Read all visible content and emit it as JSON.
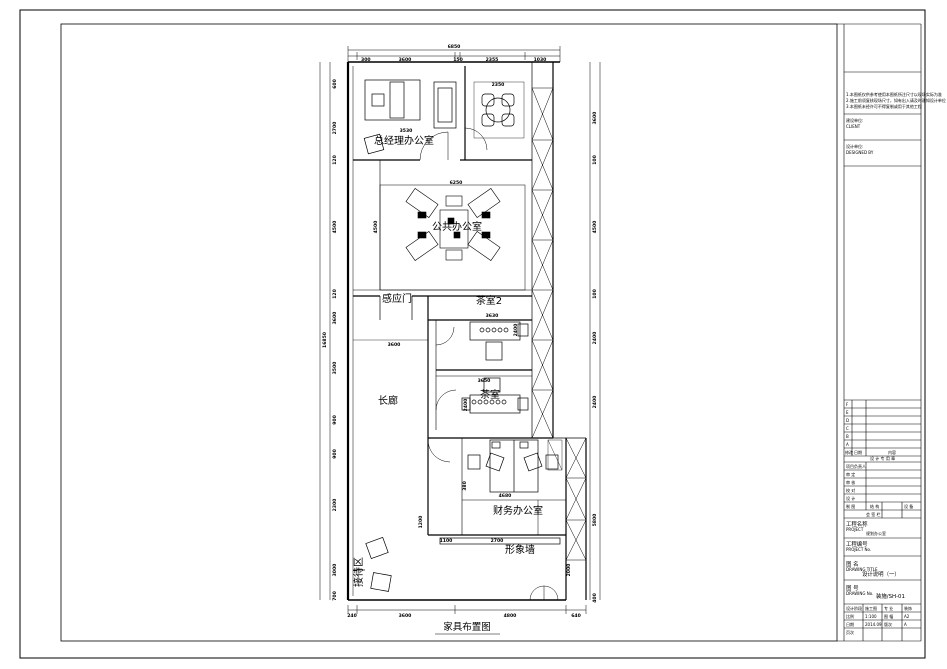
{
  "drawing": {
    "sheet_title": "家具布置图",
    "rooms": {
      "gm_office": "总经理办公室",
      "general_office": "公共办公室",
      "tea_room2": "茶室2",
      "tea_room": "茶室",
      "sensor_door": "感应门",
      "corridor": "长廊",
      "finance_office": "财务办公室",
      "image_wall": "形象墙",
      "reception": "接待区"
    },
    "dims": {
      "top_total": "6850",
      "top_segments": [
        "300",
        "3600",
        "150",
        "2355",
        "1030"
      ],
      "gm_width": "3530",
      "meeting_width": "2350",
      "office_width": "6250",
      "left_total": "16850",
      "left_segments": [
        "600",
        "2700",
        "120",
        "4500",
        "120",
        "3600",
        "3500",
        "900",
        "900",
        "2300",
        "3000",
        "700"
      ],
      "right_segments": [
        "3600",
        "100",
        "4500",
        "100",
        "2400",
        "2400",
        "5800",
        "2000",
        "400"
      ],
      "tea_width": "3650",
      "tea2_width": "3630",
      "tea_depth": "2400",
      "tea_depth2": "2400",
      "corridor_width": "3600",
      "finance_width": "4680",
      "finance_inner": "380",
      "wall_left": "1100",
      "wall_width": "2700",
      "wall_height": "1200",
      "bottom_segments": [
        "240",
        "3600",
        "4800",
        "640"
      ]
    }
  },
  "title_block": {
    "notes": [
      "1.本图纸仅供参考使用本图纸所注尺寸以现场实际为准",
      "2.施工前须复核现场尺寸，如有出入请及时通知设计单位",
      "3.本图纸未经许可不得复制或用于其他工程"
    ],
    "owner_label": "建设单位:",
    "owner_en": "CLIENT",
    "designer_label": "设计单位:",
    "designer_en": "DESIGNED BY",
    "revision_rows": [
      "F",
      "E",
      "D",
      "C",
      "B",
      "A"
    ],
    "rev_header": [
      "修改",
      "日期",
      "内容"
    ],
    "design_seal": "设 计 专 用 章",
    "staff_roles": [
      "项目负责人",
      "审 定",
      "审 核",
      "校 对",
      "设 计",
      "制 图"
    ],
    "seal_header": [
      "建 筑",
      "结 构",
      "设 备"
    ],
    "signoff": "会 签 栏",
    "project_name_label": "工程名称",
    "project_name_en": "PROJECT",
    "project_name": "规划办公室",
    "project_no_label": "工程编号",
    "project_no_en": "PROJECT No.",
    "drawing_name_label": "图 名",
    "drawing_name_en": "DRAWING TITLE",
    "drawing_name": "设计说明（一）",
    "drawing_no_label": "图 号",
    "drawing_no_en": "DRAWING No.",
    "drawing_no": "装施/SH-01",
    "bottom_rows": [
      [
        "设计阶段",
        "施工图",
        "专 业",
        "装饰"
      ],
      [
        "比例",
        "1:100",
        "图 幅",
        "A2"
      ],
      [
        "日期",
        "2014.09",
        "版次",
        "A"
      ],
      [
        "页次",
        "",
        "",
        ""
      ]
    ]
  }
}
